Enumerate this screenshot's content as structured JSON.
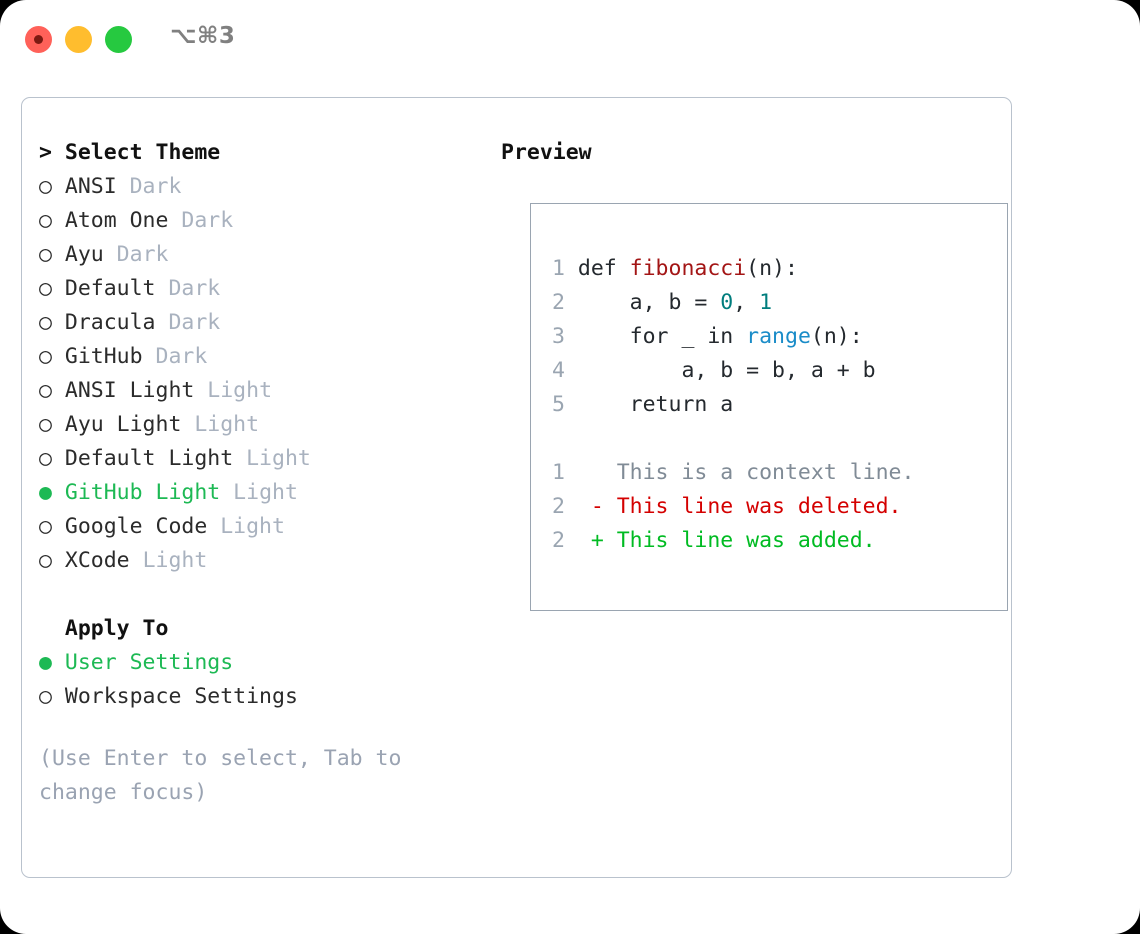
{
  "titlebar": {
    "shortcut": "⌥⌘3",
    "buttons": [
      "close",
      "minimize",
      "maximize"
    ],
    "colors": {
      "close": "#ff6159",
      "minimize": "#ffbd2e",
      "maximize": "#26c940"
    }
  },
  "theme_picker": {
    "heading_prefix": "> ",
    "heading": "Select Theme",
    "marker_unselected": "○ ",
    "marker_selected": "● ",
    "items": [
      {
        "name": "ANSI",
        "tag": "Dark",
        "selected": false
      },
      {
        "name": "Atom One",
        "tag": "Dark",
        "selected": false
      },
      {
        "name": "Ayu",
        "tag": "Dark",
        "selected": false
      },
      {
        "name": "Default",
        "tag": "Dark",
        "selected": false
      },
      {
        "name": "Dracula",
        "tag": "Dark",
        "selected": false
      },
      {
        "name": "GitHub",
        "tag": "Dark",
        "selected": false
      },
      {
        "name": "ANSI Light",
        "tag": "Light",
        "selected": false
      },
      {
        "name": "Ayu Light",
        "tag": "Light",
        "selected": false
      },
      {
        "name": "Default Light",
        "tag": "Light",
        "selected": false
      },
      {
        "name": "GitHub Light",
        "tag": "Light",
        "selected": true
      },
      {
        "name": "Google Code",
        "tag": "Light",
        "selected": false
      },
      {
        "name": "XCode",
        "tag": "Light",
        "selected": false
      }
    ]
  },
  "apply_to": {
    "heading_prefix": "  ",
    "heading": "Apply To",
    "items": [
      {
        "name": "User Settings",
        "selected": true
      },
      {
        "name": "Workspace Settings",
        "selected": false
      }
    ]
  },
  "hint": "(Use Enter to select, Tab to change focus)",
  "preview": {
    "title": "Preview",
    "code_lines": [
      {
        "num": "1",
        "tokens": [
          {
            "t": "def ",
            "c": "plain"
          },
          {
            "t": "fibonacci",
            "c": "func"
          },
          {
            "t": "(n):",
            "c": "plain"
          }
        ]
      },
      {
        "num": "2",
        "tokens": [
          {
            "t": "    a, b = ",
            "c": "plain"
          },
          {
            "t": "0",
            "c": "num"
          },
          {
            "t": ", ",
            "c": "plain"
          },
          {
            "t": "1",
            "c": "num"
          }
        ]
      },
      {
        "num": "3",
        "tokens": [
          {
            "t": "    for _ in ",
            "c": "plain"
          },
          {
            "t": "range",
            "c": "call"
          },
          {
            "t": "(n):",
            "c": "plain"
          }
        ]
      },
      {
        "num": "4",
        "tokens": [
          {
            "t": "        a, b = b, a + b",
            "c": "plain"
          }
        ]
      },
      {
        "num": "5",
        "tokens": [
          {
            "t": "    return a",
            "c": "plain"
          }
        ]
      }
    ],
    "diff_lines": [
      {
        "num": "1",
        "sign": "  ",
        "text": "This is a context line.",
        "kind": "ctx"
      },
      {
        "num": "2",
        "sign": "- ",
        "text": "This line was deleted.",
        "kind": "del"
      },
      {
        "num": "2",
        "sign": "+ ",
        "text": "This line was added.",
        "kind": "add"
      }
    ]
  },
  "colors": {
    "accent_green": "#1db954",
    "muted": "#a9b2bf",
    "diff_add": "#00bb22",
    "diff_del": "#d40000",
    "syntax_func": "#a31515",
    "syntax_num": "#007d7d",
    "syntax_call": "#1a8cc8",
    "border": "#9aa5b1"
  }
}
